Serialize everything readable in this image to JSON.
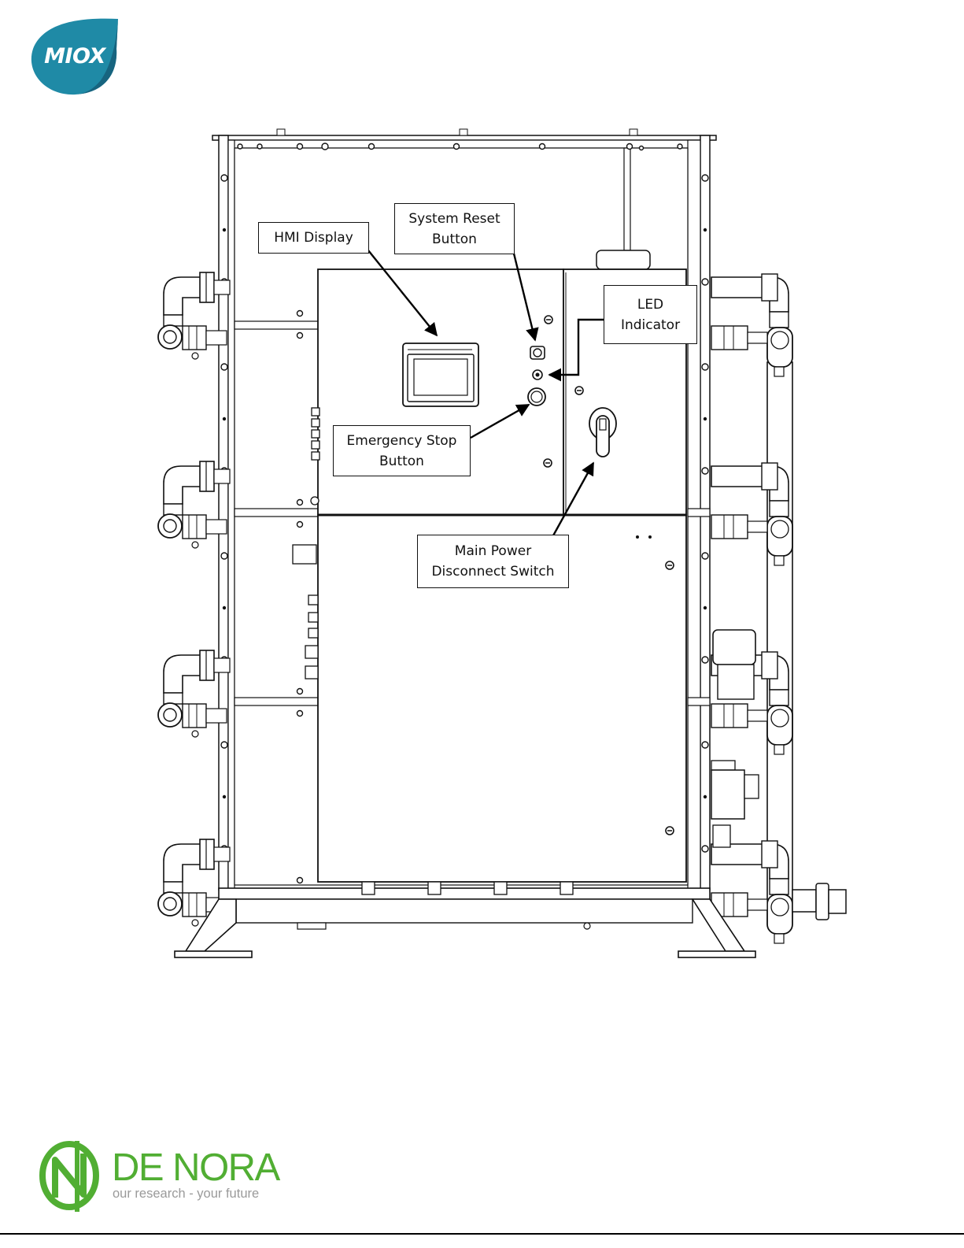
{
  "logos": {
    "top_logo_text": "MIOX",
    "bottom_brand_name": "DE NORA",
    "bottom_tagline": "our research - your future",
    "colors": {
      "miox_teal": "#1f8aa6",
      "miox_dark": "#17647f",
      "denora_green": "#51ae33",
      "tagline_gray": "#9a9a9a"
    }
  },
  "callouts": {
    "hmi_display": "HMI Display",
    "system_reset": [
      "System Reset",
      "Button"
    ],
    "led_indicator": [
      "LED",
      "Indicator"
    ],
    "emergency_stop": [
      "Emergency Stop",
      "Button"
    ],
    "main_power": [
      "Main Power",
      "Disconnect Switch"
    ]
  }
}
